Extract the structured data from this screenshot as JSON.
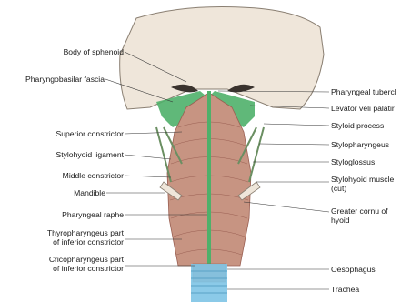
{
  "diagram": {
    "left_labels": [
      {
        "id": "body-of-sphenoid",
        "text": "Body of sphenoid"
      },
      {
        "id": "pharyngobasilar-fascia",
        "text": "Pharyngobasilar fascia"
      },
      {
        "id": "superior-constrictor",
        "text": "Superior constrictor"
      },
      {
        "id": "stylohyoid-ligament",
        "text": "Stylohyoid ligament"
      },
      {
        "id": "middle-constrictor",
        "text": "Middle constrictor"
      },
      {
        "id": "mandible",
        "text": "Mandible"
      },
      {
        "id": "pharyngeal-raphe",
        "text": "Pharyngeal raphe"
      },
      {
        "id": "thyropharyngeus",
        "lines": [
          "Thyropharyngeus part",
          "of inferior constrictor"
        ]
      },
      {
        "id": "cricopharyngeus",
        "lines": [
          "Cricopharyngeus part",
          "of inferior constrictor"
        ]
      }
    ],
    "right_labels": [
      {
        "id": "pharyngeal-tubercle",
        "text": "Pharyngeal tubercl"
      },
      {
        "id": "levator-veli-palatini",
        "text": "Levator veli palatir"
      },
      {
        "id": "styloid-process",
        "text": "Styloid process"
      },
      {
        "id": "stylopharyngeus",
        "text": "Stylopharyngeus"
      },
      {
        "id": "styloglossus",
        "text": "Styloglossus"
      },
      {
        "id": "stylohyoid-muscle",
        "lines": [
          "Stylohyoid muscle",
          "(cut)"
        ]
      },
      {
        "id": "greater-cornu-of-hyoid",
        "lines": [
          "Greater cornu of",
          "hyoid"
        ]
      },
      {
        "id": "oesophagus",
        "text": "Oesophagus"
      },
      {
        "id": "trachea",
        "text": "Trachea"
      }
    ],
    "colors": {
      "skull": "#efe6da",
      "skull_outline": "#8a7f72",
      "muscle": "#c79482",
      "muscle_line": "#9a5f52",
      "fascia_green": "#4fb06a",
      "trachea_blue": "#7ec4e6"
    }
  }
}
